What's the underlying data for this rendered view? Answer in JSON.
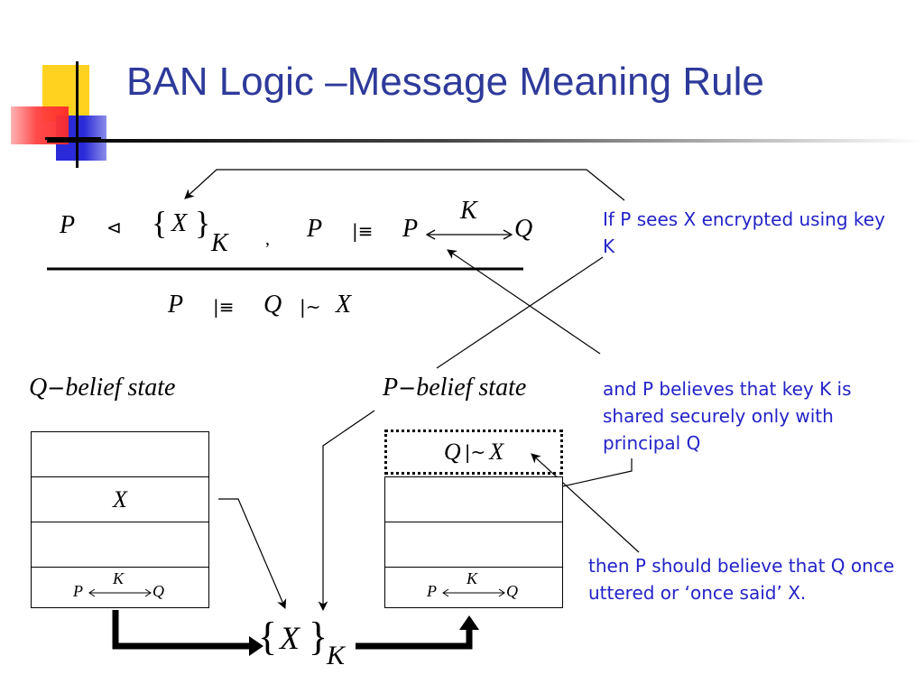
{
  "slide": {
    "title": "BAN Logic –Message Meaning Rule"
  },
  "rule": {
    "premise1": {
      "principal": "P",
      "sees_symbol": "⊲",
      "brace_open": "{",
      "message": "X",
      "brace_close": "}",
      "key": "K"
    },
    "separator": ",",
    "premise2": {
      "principal": "P",
      "believes_symbol": "|≡",
      "left": "P",
      "key": "K",
      "right": "Q"
    },
    "conclusion": {
      "principal": "P",
      "believes_symbol": "|≡",
      "other": "Q",
      "said_symbol": "|~",
      "message": "X"
    }
  },
  "annotations": {
    "sees": "If P sees X encrypted using key K",
    "believes": "and P believes that key K is shared securely only with principal Q",
    "then": "then P should believe that Q once uttered or ‘once said’ X."
  },
  "q_state": {
    "label_principal": "Q",
    "label_rest": "belief state",
    "cells": [
      "",
      "X",
      "",
      ""
    ],
    "key_cell": {
      "left": "P",
      "key": "K",
      "right": "Q"
    }
  },
  "p_state": {
    "label_principal": "P",
    "label_rest": "belief state",
    "new_belief": {
      "other": "Q",
      "said_symbol": "|~",
      "message": "X"
    },
    "cells": [
      "",
      "",
      ""
    ],
    "key_cell": {
      "left": "P",
      "key": "K",
      "right": "Q"
    }
  },
  "encrypted_message": {
    "brace_open": "{",
    "message": "X",
    "brace_close": "}",
    "key": "K"
  }
}
